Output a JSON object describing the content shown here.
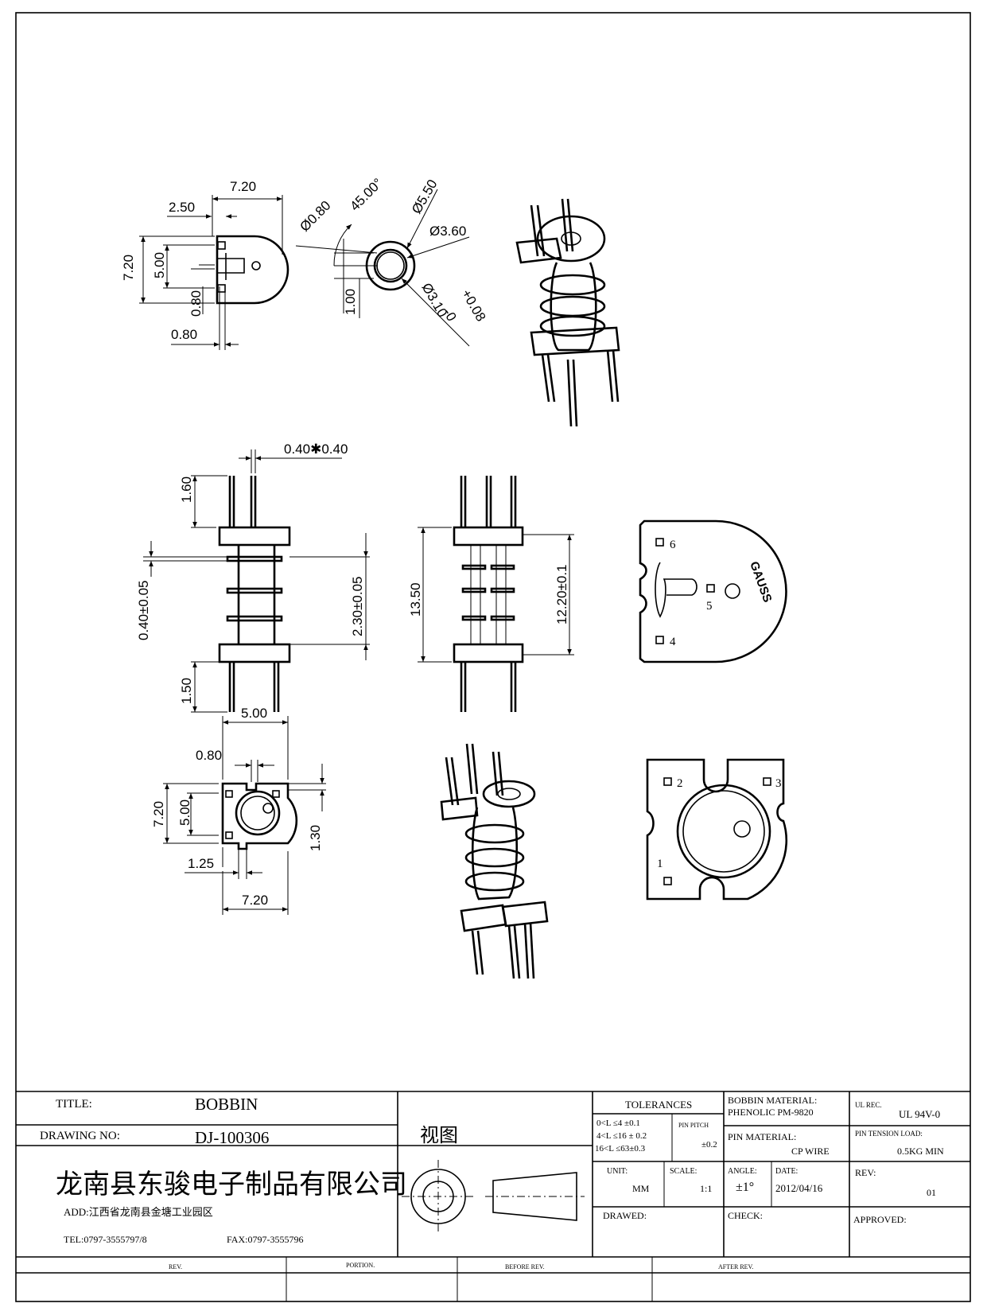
{
  "views": {
    "top": {
      "width_720": "7.20",
      "offset_250": "2.50",
      "height_720": "7.20",
      "height_500": "5.00",
      "slot_080": "0.80",
      "pin_080": "0.80"
    },
    "hole": {
      "angle": "45.00°",
      "d_080": "Ø0.80",
      "d_550": "Ø5.50",
      "d_360": "Ø3.60",
      "d_310": "Ø3.10",
      "tol_plus": "+0.08",
      "tol_minus": "-0",
      "w_100": "1.00"
    },
    "front": {
      "pin_section": "0.40✱0.40",
      "pin_top": "1.60",
      "flange": "0.40±0.05",
      "pitch": "2.30±0.05",
      "pin_bottom": "1.50"
    },
    "side": {
      "height": "13.50",
      "inner": "12.20±0.1"
    },
    "top_face": {
      "mark": "GAUSS",
      "pin6": "6",
      "pin5": "5",
      "pin4": "4"
    },
    "bottom": {
      "w_500": "5.00",
      "w_080": "0.80",
      "h_720": "7.20",
      "h_500": "5.00",
      "w_125": "1.25",
      "w_720": "7.20",
      "h_130": "1.30"
    },
    "bottom_face": {
      "pin1": "1",
      "pin2": "2",
      "pin3": "3"
    }
  },
  "title_block": {
    "title_label": "TITLE:",
    "title_value": "BOBBIN",
    "drawing_no_label": "DRAWING NO:",
    "drawing_no_value": "DJ-100306",
    "company": "龙南县东骏电子制品有限公司",
    "address": "ADD:江西省龙南县金塘工业园区",
    "tel": "TEL:0797-3555797/8",
    "fax": "FAX:0797-3555796",
    "view_label": "视图",
    "tolerances_label": "TOLERANCES",
    "tol_row1": "0<L ≤4  ±0.1",
    "tol_row2": "4<L ≤16  ± 0.2",
    "tol_row3": "16<L ≤63±0.3",
    "pin_pitch_label": "PIN PITCH",
    "pin_pitch_value": "±0.2",
    "unit_label": "UNIT:",
    "unit_value": "MM",
    "scale_label": "SCALE:",
    "scale_value": "1:1",
    "angle_label": "ANGLE:",
    "angle_value": "±1°",
    "date_label": "DATE:",
    "date_value": "2012/04/16",
    "drawed_label": "DRAWED:",
    "check_label": "CHECK:",
    "approved_label": "APPROVED:",
    "bobbin_material_label": "BOBBIN MATERIAL:",
    "bobbin_material_value": "PHENOLIC  PM-9820",
    "pin_material_label": "PIN MATERIAL:",
    "pin_material_value": "CP WIRE",
    "ul_label": "UL REC.",
    "ul_value": "UL  94V-0",
    "tension_label": "PIN TENSION LOAD:",
    "tension_value": "0.5KG MIN",
    "rev_label": "REV:",
    "rev_value": "01",
    "rev_col": "REV.",
    "portion_col": "PORTION.",
    "before_col": "BEFORE REV.",
    "after_col": "AFTER REV."
  }
}
